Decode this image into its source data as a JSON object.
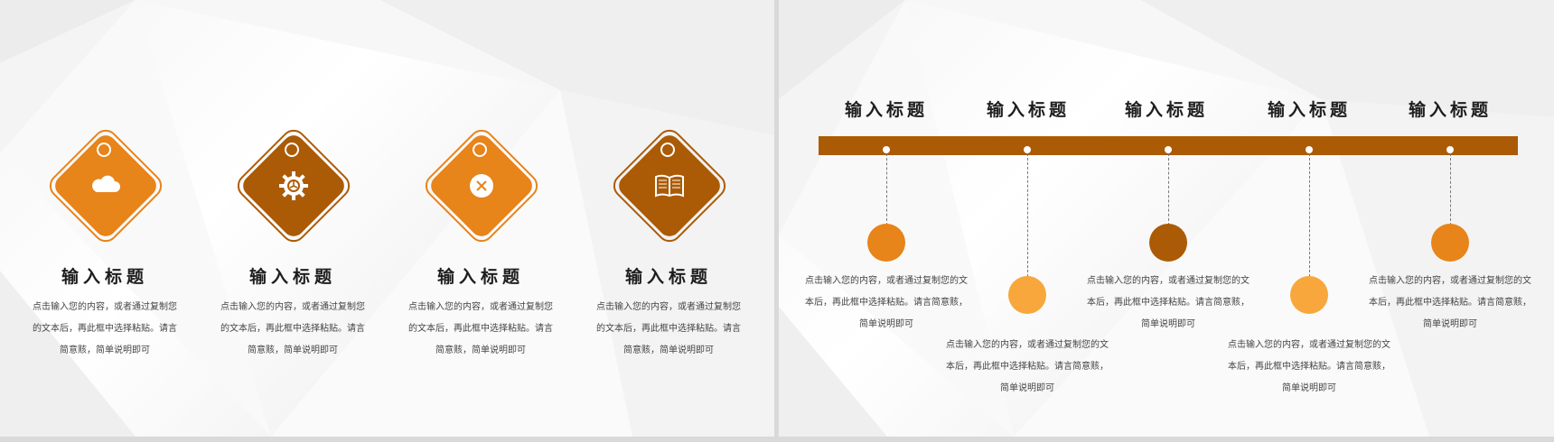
{
  "colors": {
    "orange": "#e7841a",
    "brown": "#ab5b06",
    "light_orange": "#f8a73c",
    "outline_orange": "#e7841a",
    "outline_brown": "#ab5b06"
  },
  "left_slide": {
    "cards": [
      {
        "title": "输入标题",
        "desc": "点击输入您的内容，或者通过复制您的文本后，再此框中选择粘贴。请言简意赅，简单说明即可",
        "icon": "cloud-icon",
        "color": "orange"
      },
      {
        "title": "输入标题",
        "desc": "点击输入您的内容，或者通过复制您的文本后，再此框中选择粘贴。请言简意赅，简单说明即可",
        "icon": "gear-icon",
        "color": "brown"
      },
      {
        "title": "输入标题",
        "desc": "点击输入您的内容，或者通过复制您的文本后，再此框中选择粘贴。请言简意赅，简单说明即可",
        "icon": "close-circle-icon",
        "color": "orange"
      },
      {
        "title": "输入标题",
        "desc": "点击输入您的内容，或者通过复制您的文本后，再此框中选择粘贴。请言简意赅，简单说明即可",
        "icon": "book-icon",
        "color": "brown"
      }
    ]
  },
  "right_slide": {
    "items": [
      {
        "title": "输入标题",
        "desc": "点击输入您的内容，或者通过复制您的文本后，再此框中选择粘贴。请言简意赅，简单说明即可",
        "color": "orange"
      },
      {
        "title": "输入标题",
        "desc": "点击输入您的内容，或者通过复制您的文本后，再此框中选择粘贴。请言简意赅，简单说明即可",
        "color": "light_orange"
      },
      {
        "title": "输入标题",
        "desc": "点击输入您的内容，或者通过复制您的文本后，再此框中选择粘贴。请言简意赅，简单说明即可",
        "color": "brown"
      },
      {
        "title": "输入标题",
        "desc": "点击输入您的内容，或者通过复制您的文本后，再此框中选择粘贴。请言简意赅，简单说明即可",
        "color": "light_orange"
      },
      {
        "title": "输入标题",
        "desc": "点击输入您的内容，或者通过复制您的文本后，再此框中选择粘贴。请言简意赅，简单说明即可",
        "color": "orange"
      }
    ]
  }
}
